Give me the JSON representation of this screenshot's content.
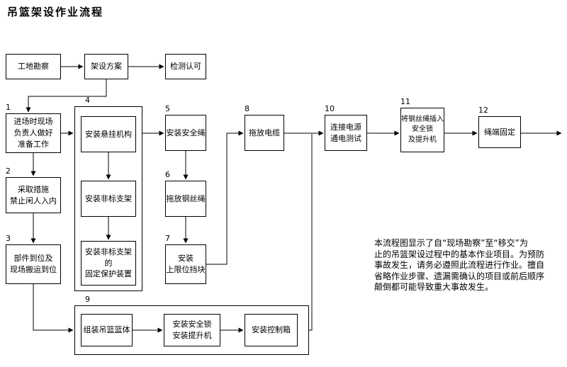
{
  "title": "吊篮架设作业流程",
  "top_row": {
    "survey": "工地勘察",
    "plan": "架设方案",
    "inspect": "检测认可"
  },
  "nodes": {
    "s1": {
      "num": "1",
      "label": "进场时现场\n负责人做好\n准备工作"
    },
    "s2": {
      "num": "2",
      "label": "采取措施\n禁止闲人入内"
    },
    "s3": {
      "num": "3",
      "label": "部件到位及\n现场搬运到位"
    },
    "s4": {
      "num": "4"
    },
    "s4a": {
      "label": "安装悬挂机构"
    },
    "s4b": {
      "label": "安装非标支架"
    },
    "s4c": {
      "label": "安装非标支架\n的\n固定保护装置"
    },
    "s5": {
      "num": "5",
      "label": "安装安全绳"
    },
    "s6": {
      "num": "6",
      "label": "拖放钢丝绳"
    },
    "s7": {
      "num": "7",
      "label": "安装\n上限位挡块"
    },
    "s8": {
      "num": "8",
      "label": "拖放电缆"
    },
    "s9": {
      "num": "9"
    },
    "s9a": {
      "label": "组装吊篮篮体"
    },
    "s9b": {
      "label": "安装安全锁\n安装提升机"
    },
    "s9c": {
      "label": "安装控制箱"
    },
    "s10": {
      "num": "10",
      "label": "连接电源\n通电测试"
    },
    "s11": {
      "num": "11",
      "label": "将钢丝绳插入\n安全锁\n及提升机"
    },
    "s12": {
      "num": "12",
      "label": "绳端固定"
    }
  },
  "note": "本流程图显示了自“现场勘察”至“移交”为\n止的吊篮架设过程中的基本作业项目。为预防\n事故发生，请务必遵照此流程进行作业。擅自\n省略作业步骤、遗漏需确认的项目或前后顺序\n颠倒都可能导致重大事故发生。"
}
